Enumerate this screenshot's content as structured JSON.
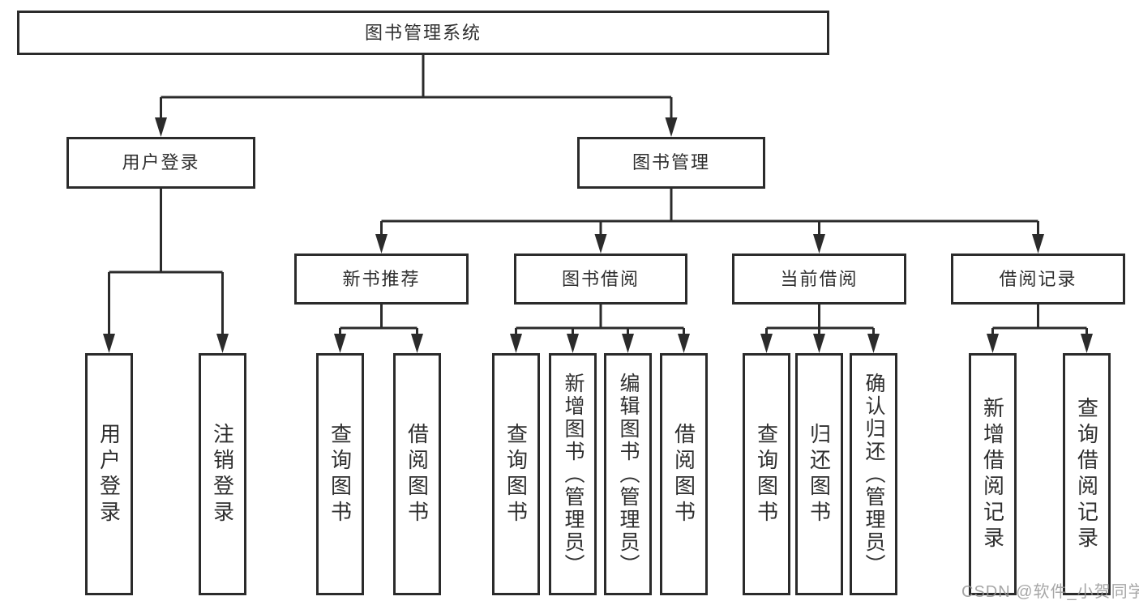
{
  "tree": {
    "root": {
      "label": "图书管理系统",
      "children": [
        {
          "label": "用户登录",
          "children": [
            {
              "label": "用户登录"
            },
            {
              "label": "注销登录"
            }
          ]
        },
        {
          "label": "图书管理",
          "children": [
            {
              "label": "新书推荐",
              "children": [
                {
                  "label": "查询图书"
                },
                {
                  "label": "借阅图书"
                }
              ]
            },
            {
              "label": "图书借阅",
              "children": [
                {
                  "label": "查询图书"
                },
                {
                  "label": "新增图书（管理员）"
                },
                {
                  "label": "编辑图书（管理员）"
                },
                {
                  "label": "借阅图书"
                }
              ]
            },
            {
              "label": "当前借阅",
              "children": [
                {
                  "label": "查询图书"
                },
                {
                  "label": "归还图书"
                },
                {
                  "label": "确认归还（管理员）"
                }
              ]
            },
            {
              "label": "借阅记录",
              "children": [
                {
                  "label": "新增借阅记录"
                },
                {
                  "label": "查询借阅记录"
                }
              ]
            }
          ]
        }
      ]
    }
  },
  "watermark": "CSDN @软件_小贺同学",
  "colors": {
    "line": "#2b2b2b",
    "text": "#2f2f2f",
    "watermark": "#969696",
    "background": "#ffffff"
  }
}
